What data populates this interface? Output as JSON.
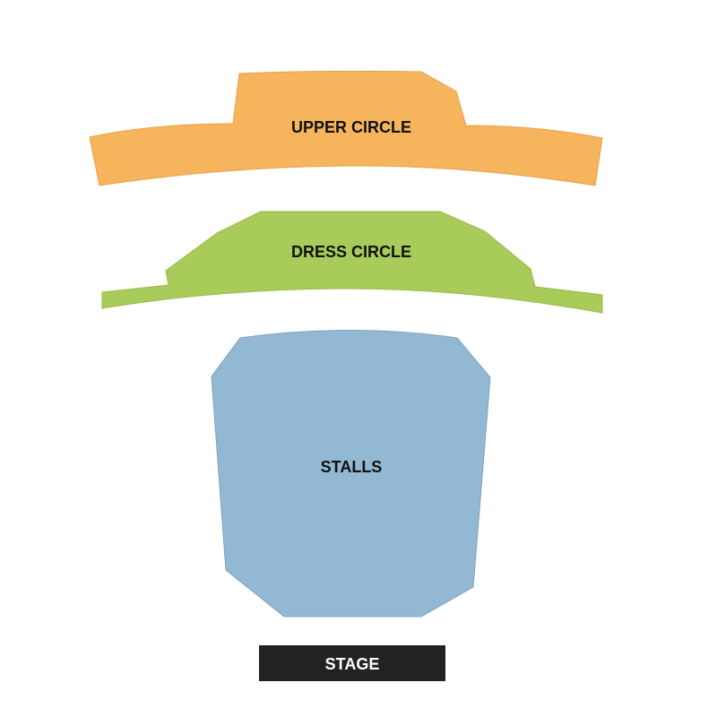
{
  "sections": {
    "upper_circle": {
      "label": "UPPER CIRCLE",
      "color": "#F6B45C",
      "stroke": "#E5A24A"
    },
    "dress_circle": {
      "label": "DRESS CIRCLE",
      "color": "#A9CB59",
      "stroke": "#98BA48"
    },
    "stalls": {
      "label": "STALLS",
      "color": "#93B8D3",
      "stroke": "#7FA3BE"
    }
  },
  "stage": {
    "label": "STAGE",
    "color": "#222222"
  }
}
